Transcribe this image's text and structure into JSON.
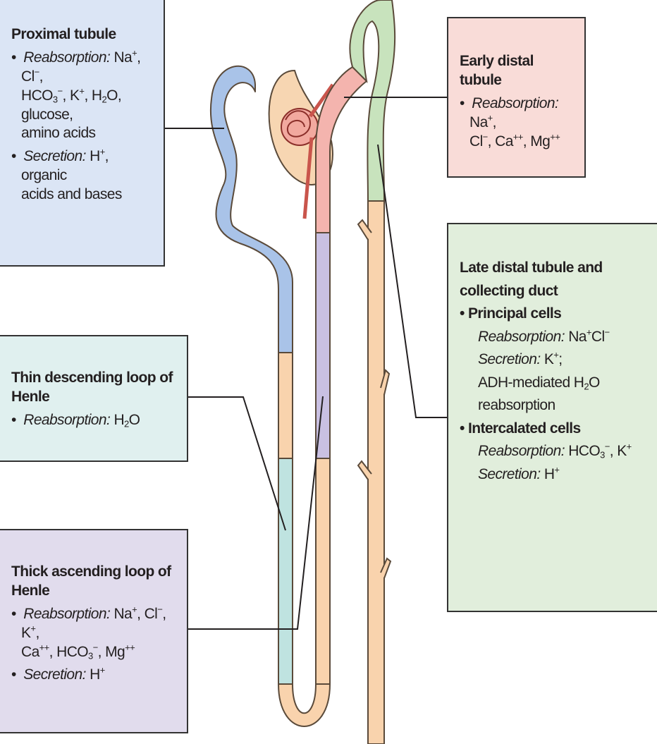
{
  "proximal": {
    "title": "Proximal tubule",
    "reabs_label": "Reabsorption:",
    "reabs_items": [
      "Na",
      "+",
      ", Cl",
      "−",
      ",",
      "HCO",
      "3",
      "−",
      ", K",
      "+",
      ", H",
      "2",
      "O, glucose,",
      "amino acids"
    ],
    "secr_label": "Secretion:",
    "secr_text_1": "H",
    "secr_sup": "+",
    "secr_text_2": ", organic",
    "secr_line2": "acids and bases"
  },
  "early_distal": {
    "title": "Early distal tubule",
    "reabs_label": "Reabsorption:",
    "t1": "Na",
    "s1": "+",
    "t2": ",",
    "t3": "Cl",
    "s2": "−",
    "t4": ", Ca",
    "s3": "++",
    "t5": ", Mg",
    "s4": "++"
  },
  "late_distal": {
    "title_line1": "Late distal tubule and",
    "title_line2": "collecting duct",
    "principal": "Principal cells",
    "p_reabs_label": "Reabsorption:",
    "p_reabs_t1": "Na",
    "p_reabs_s1": "+",
    "p_reabs_t2": "Cl",
    "p_reabs_s2": "−",
    "p_secr_label": "Secretion:",
    "p_secr_t1": "K",
    "p_secr_s1": "+",
    "p_secr_t2": ";",
    "adh_t1": "ADH-mediated H",
    "adh_sub": "2",
    "adh_t2": "O reabsorption",
    "intercalated": "Intercalated cells",
    "i_reabs_label": "Reabsorption:",
    "i_reabs_t1": "HCO",
    "i_reabs_sub": "3",
    "i_reabs_s1": "−",
    "i_reabs_t2": ", K",
    "i_reabs_s2": "+",
    "i_secr_label": "Secretion:",
    "i_secr_t1": "H",
    "i_secr_s1": "+"
  },
  "thin_descending": {
    "title": "Thin descending loop of Henle",
    "reabs_label": "Reabsorption:",
    "t1": "H",
    "sub": "2",
    "t2": "O"
  },
  "thick_ascending": {
    "title": "Thick ascending loop of Henle",
    "reabs_label": "Reabsorption:",
    "t1": "Na",
    "s1": "+",
    "t2": ", Cl",
    "s2": "−",
    "t3": ", K",
    "s3": "+",
    "t4": ",",
    "t5": "Ca",
    "s4": "++",
    "t6": ", HCO",
    "sub": "3",
    "s5": "−",
    "t7": ", Mg",
    "s6": "++",
    "secr_label": "Secretion:",
    "secr_t1": "H",
    "secr_s1": "+"
  },
  "colors": {
    "proximal": "#a9c3e8",
    "capsule": "#f7d6b2",
    "glomerulus": "#e8867c",
    "thin": "#bfe3e0",
    "thick": "#c9c0e2",
    "early_distal": "#f4b4ae",
    "late_distal": "#c8e3bd",
    "collecting_duct": "#f9d3ad"
  }
}
